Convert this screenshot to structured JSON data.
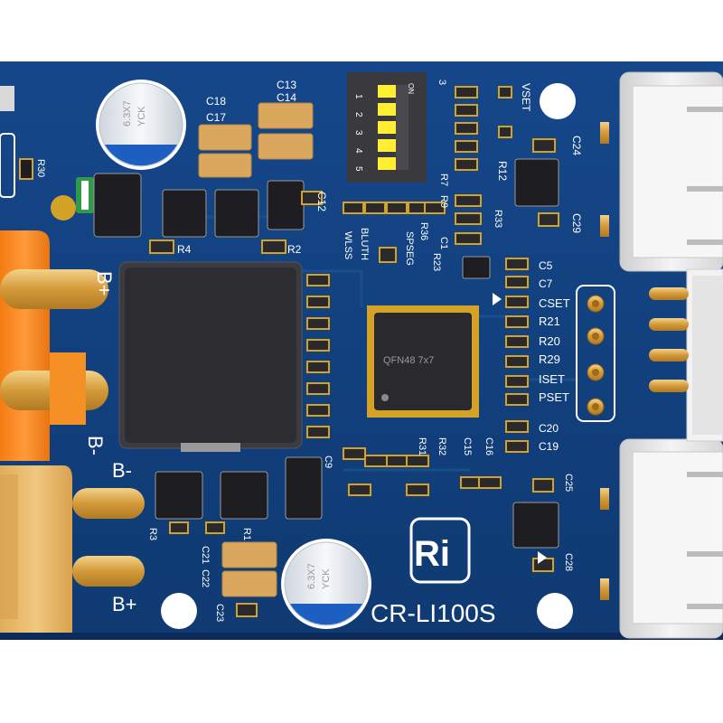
{
  "colors": {
    "pcb": "#123f7a",
    "pcb_edge": "#0d3266",
    "silkscreen": "#ffffff",
    "pad_gold": "#d4a227",
    "smd_tan": "#d9a85e",
    "chip_black": "#1e1e22",
    "connector_orange": "#f28a1e",
    "connector_tan": "#e6b86a",
    "usb_metal": "#e8e8e8",
    "dip_yellow": "#ffee33"
  },
  "board": {
    "model": "CR-LI100S",
    "logo": "Ri"
  },
  "main_ic": {
    "label": "QFN48 7x7"
  },
  "capacitors": [
    {
      "name": "cap-top",
      "label": "6.3X7\nYCK"
    },
    {
      "name": "cap-bottom",
      "label": "6.3X7\nYCK"
    }
  ],
  "dip_switch": {
    "on_label": "ON",
    "positions": [
      "1",
      "2",
      "3",
      "4",
      "5"
    ]
  },
  "pin_header": {
    "pins": 4
  },
  "silkscreen_labels": {
    "c18": "C18",
    "c17": "C17",
    "c13": "C13",
    "c14": "C14",
    "r30": "R30",
    "r4": "R4",
    "r2": "R2",
    "c12": "C12",
    "vset": "VSET",
    "r12": "R12",
    "c24": "C24",
    "c29": "C29",
    "r9": "R9",
    "r7": "R7",
    "r33": "R33",
    "r36": "R36",
    "c1": "C1",
    "r23": "R23",
    "wlss": "WLSS",
    "bluth": "BLUTH",
    "spseg": "SPSEG",
    "c5": "C5",
    "c7": "C7",
    "cset": "CSET",
    "r21": "R21",
    "r20": "R20",
    "r29": "R29",
    "iset": "ISET",
    "pset": "PSET",
    "c20": "C20",
    "c19": "C19",
    "r31": "R31",
    "r32": "R32",
    "c15": "C15",
    "c16": "C16",
    "c9": "C9",
    "c25": "C25",
    "c28": "C28",
    "r3": "R3",
    "r1": "R1",
    "c21": "C21",
    "c22": "C22",
    "c23": "C23",
    "bplus_top": "B+",
    "bminus_mid": "B-",
    "bminus": "B-",
    "bplus": "B+",
    "r3_top": "3"
  }
}
